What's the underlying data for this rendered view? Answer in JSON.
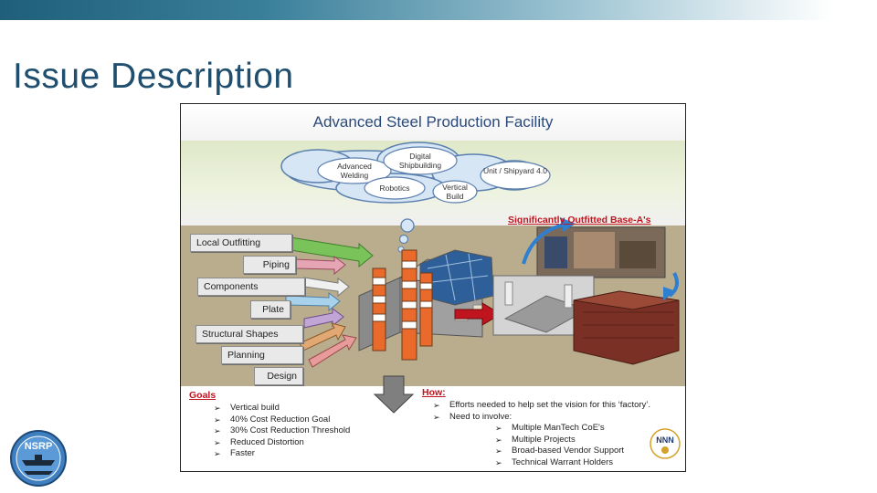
{
  "slide": {
    "title": "Issue Description"
  },
  "figure": {
    "title": "Advanced Steel Production Facility",
    "clouds": [
      {
        "label": "Advanced Welding"
      },
      {
        "label": "Digital Shipbuilding"
      },
      {
        "label": "Robotics"
      },
      {
        "label": "Vertical Build"
      },
      {
        "label": "Unit / Shipyard 4.0"
      }
    ],
    "outfitted_label": "Significantly Outfitted Base-A's",
    "inputs": [
      "Local Outfitting",
      "Piping",
      "Components",
      "Plate",
      "Structural Shapes",
      "Planning",
      "Design"
    ],
    "goals": {
      "heading": "Goals",
      "items": [
        "Vertical build",
        "40% Cost Reduction Goal",
        "30% Cost Reduction Threshold",
        "Reduced Distortion",
        "Faster"
      ]
    },
    "how": {
      "heading": "How:",
      "items": [
        "Efforts needed to help set the vision for this ‘factory’.",
        "Need to involve:"
      ],
      "sub_items": [
        "Multiple ManTech CoE's",
        "Multiple Projects",
        "Broad-based Vendor Support",
        "Technical Warrant Holders"
      ]
    }
  },
  "logos": {
    "left_text": "NSRP"
  },
  "colors": {
    "title": "#1f4e6e",
    "accent_red": "#c0141e",
    "ground": "#b9ad8e"
  }
}
